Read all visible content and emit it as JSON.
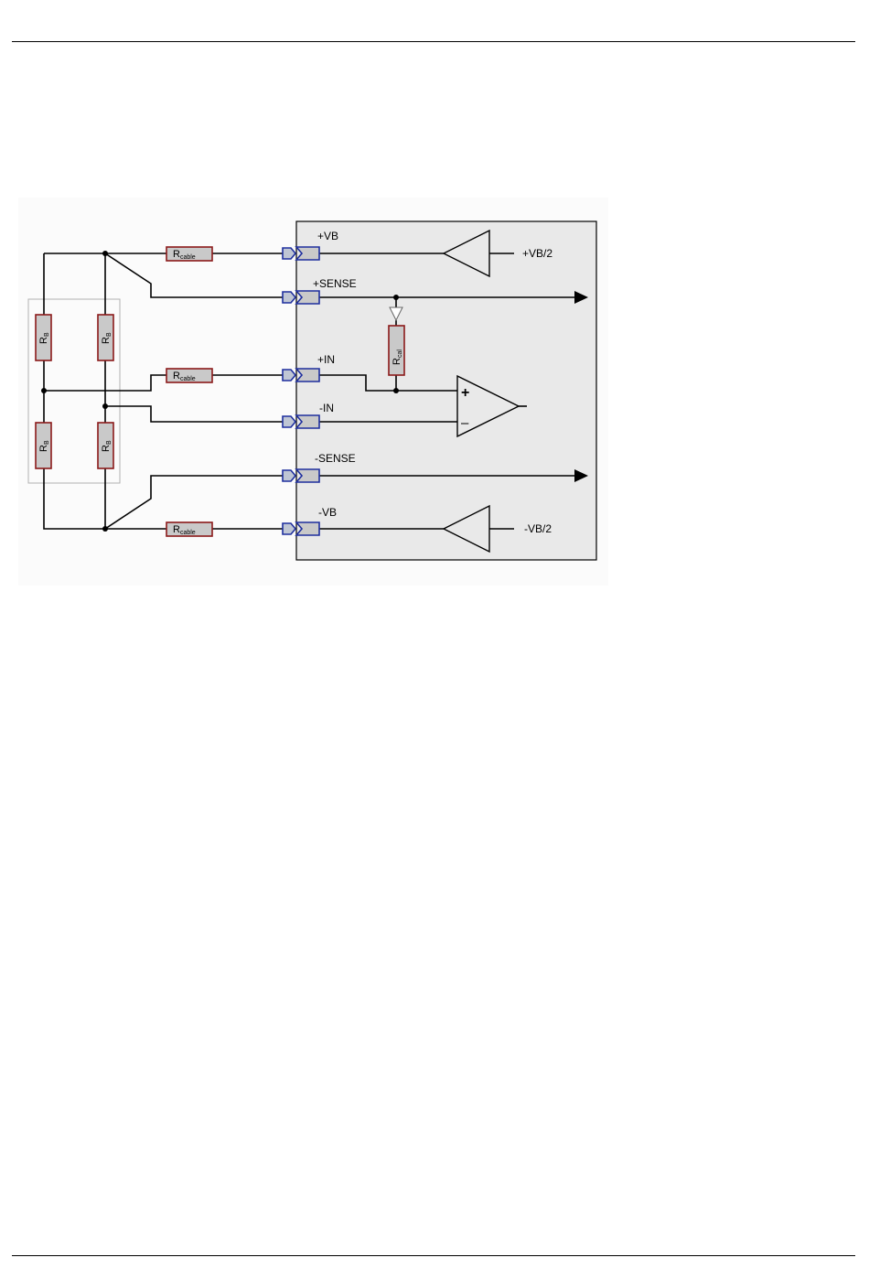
{
  "figure": {
    "type": "strain-gauge full-bridge circuit",
    "colors": {
      "module_fill": "#e9e9e9",
      "resistor_fill": "#c9c9c9",
      "resistor_border": "#8b1a1a",
      "connector_fill": "#bfc6d4",
      "connector_border": "#1f2f9e",
      "wire": "#000000"
    },
    "bridge": {
      "resistors": [
        {
          "label_main": "R",
          "label_sub": "B"
        },
        {
          "label_main": "R",
          "label_sub": "B"
        },
        {
          "label_main": "R",
          "label_sub": "B"
        },
        {
          "label_main": "R",
          "label_sub": "B"
        }
      ]
    },
    "cable_resistors": [
      {
        "label_main": "R",
        "label_sub": "cable"
      },
      {
        "label_main": "R",
        "label_sub": "cable"
      },
      {
        "label_main": "R",
        "label_sub": "cable"
      }
    ],
    "cal_resistor": {
      "label_main": "R",
      "label_sub": "cal"
    },
    "channels": [
      {
        "label": "+VB"
      },
      {
        "label": "+SENSE"
      },
      {
        "label": "+IN"
      },
      {
        "label": "-IN"
      },
      {
        "label": "-SENSE"
      },
      {
        "label": "-VB"
      }
    ],
    "amplifier": {
      "plus": "+",
      "minus": "–"
    },
    "buffers": [
      {
        "label": "+VB/2"
      },
      {
        "label": "-VB/2"
      }
    ]
  }
}
